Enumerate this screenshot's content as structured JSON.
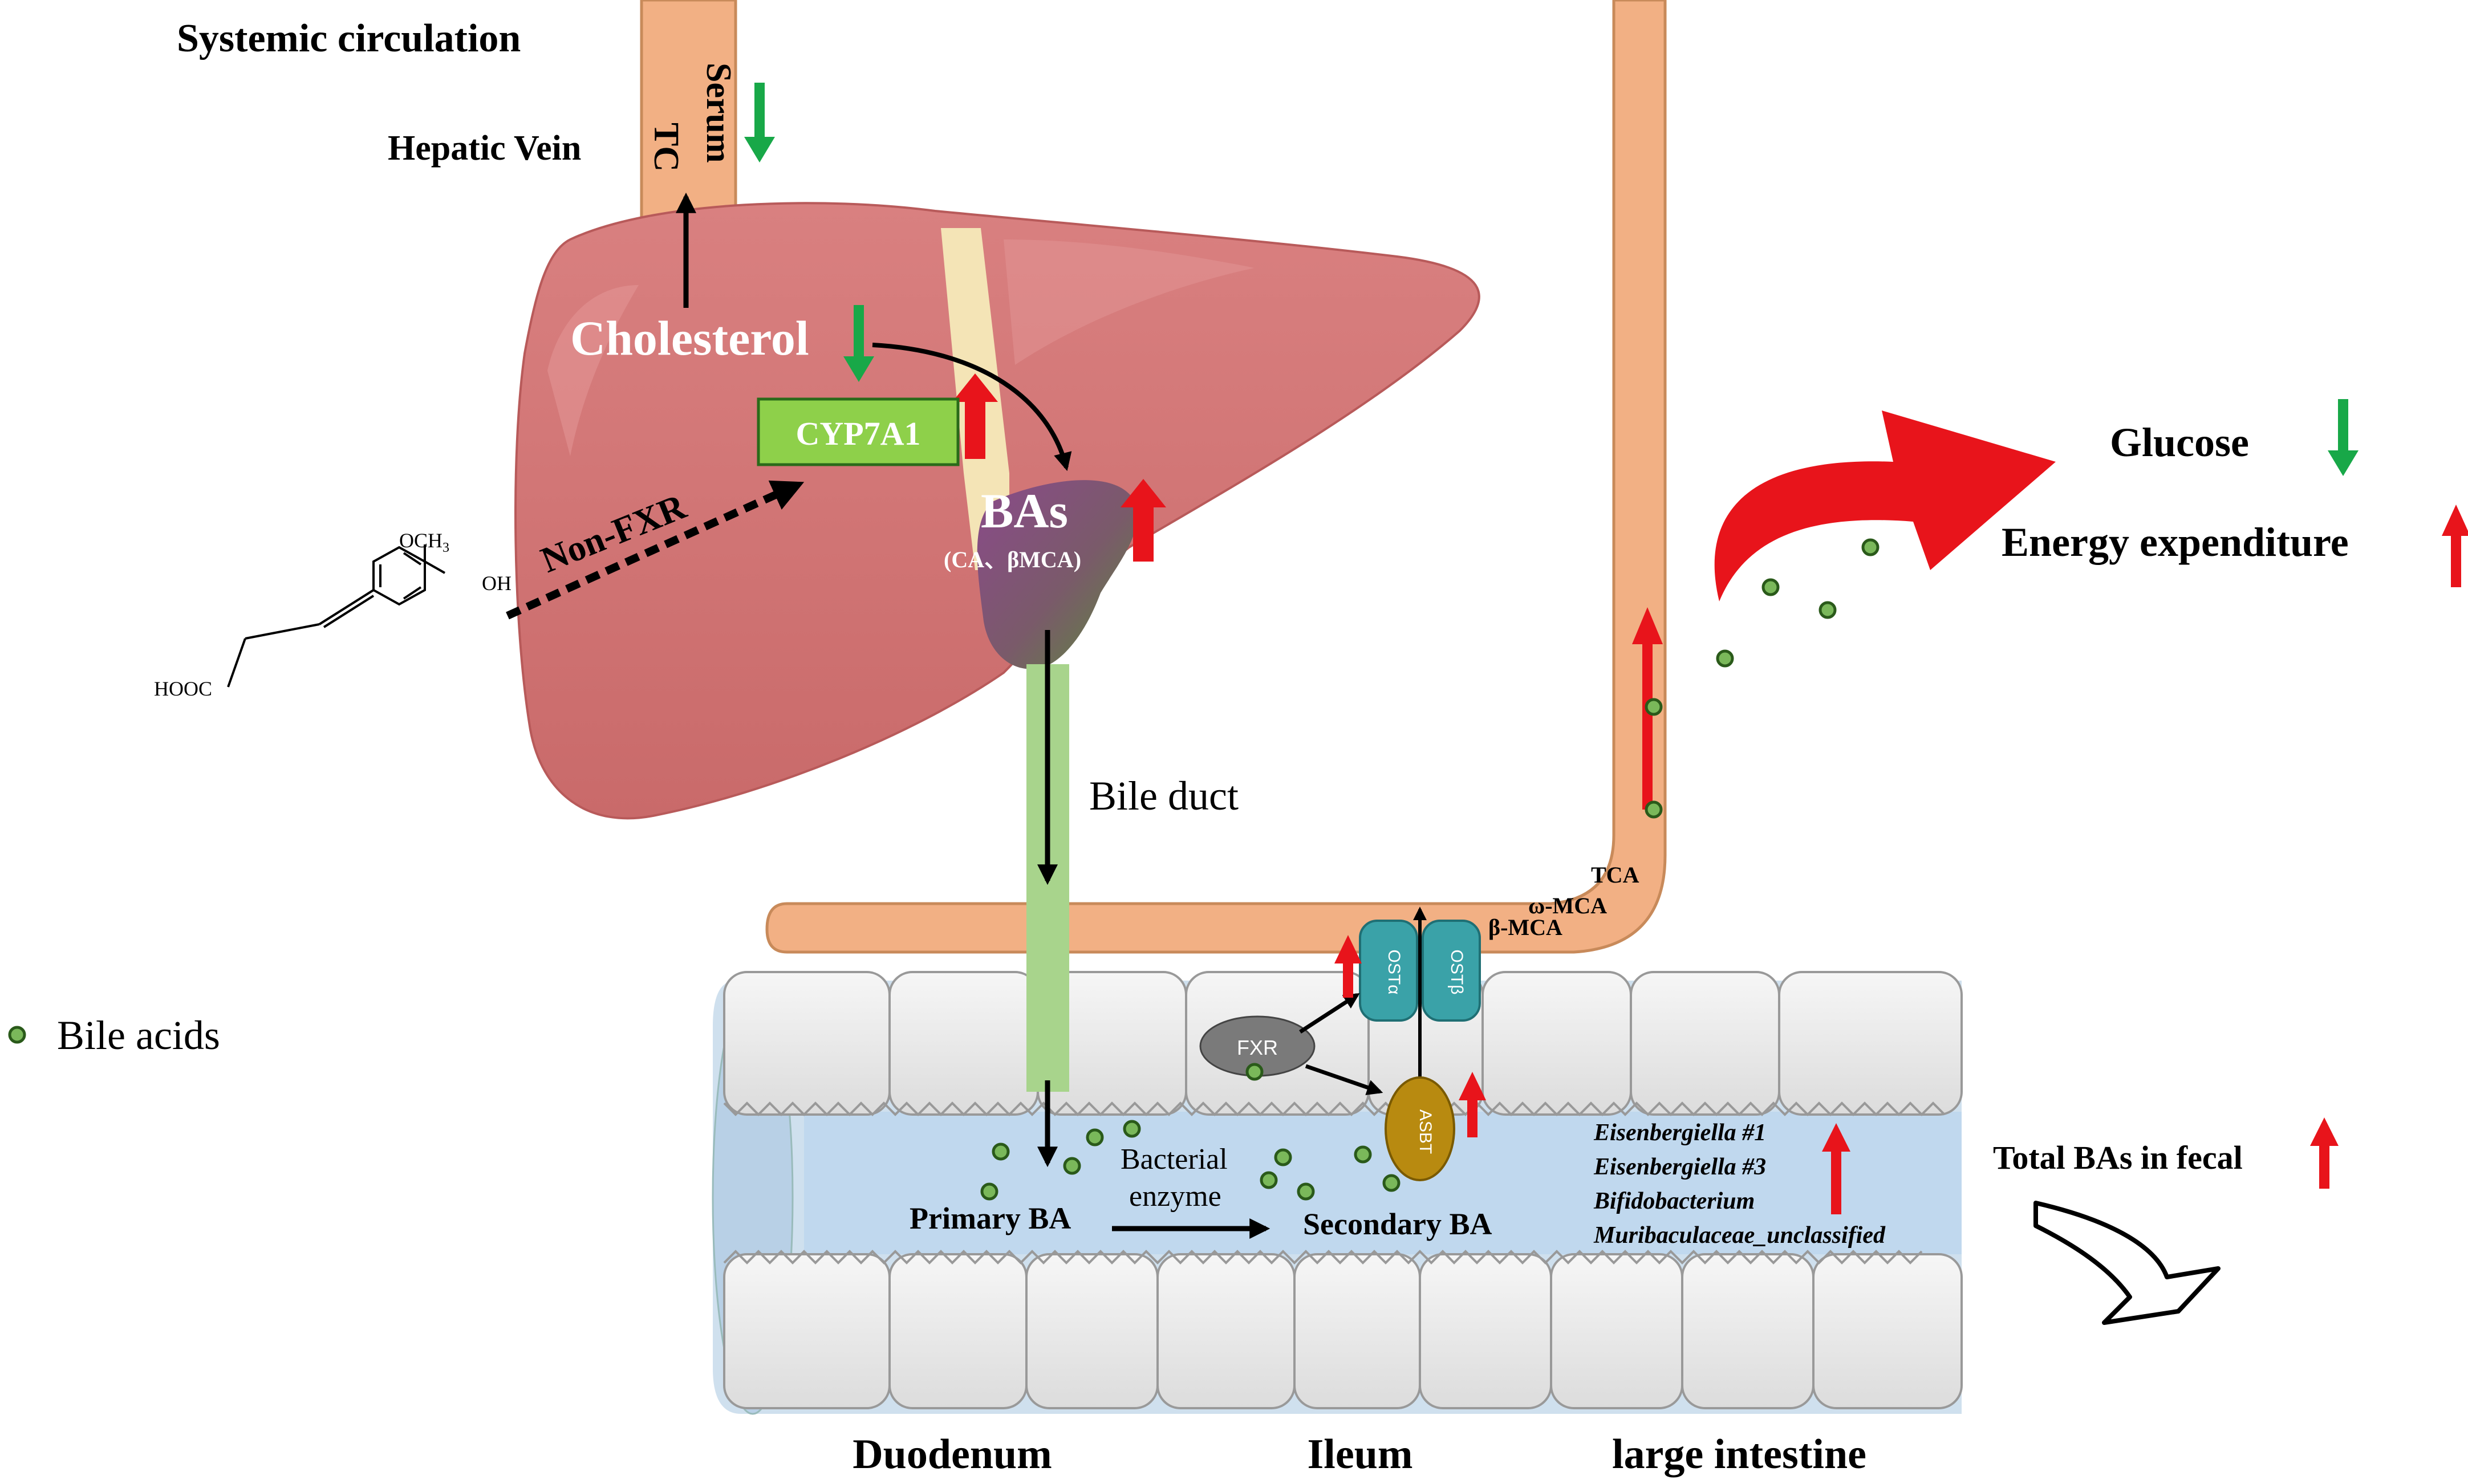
{
  "labels": {
    "systemic_circulation": "Systemic circulation",
    "hepatic_vein": "Hepatic Vein",
    "serum": "Serum",
    "tc": "TC",
    "cholesterol": "Cholesterol",
    "cyp7a1": "CYP7A1",
    "non_fxr": "Non-FXR",
    "bas": "BAs",
    "bas_sub": "(CA、βMCA)",
    "bile_duct": "Bile duct",
    "tca": "TCA",
    "omega_mca": "ω-MCA",
    "beta_mca": "β-MCA",
    "ost_alpha": "OSTα",
    "ost_beta": "OSTβ",
    "fxr": "FXR",
    "asbt": "ASBT",
    "bacterial": "Bacterial",
    "enzyme": "enzyme",
    "primary_ba": "Primary BA",
    "secondary_ba": "Secondary BA",
    "glucose": "Glucose",
    "energy_expenditure": "Energy expenditure",
    "total_bas_fecal": "Total BAs in fecal",
    "legend_bile_acids": "Bile acids",
    "duodenum": "Duodenum",
    "ileum": "Ileum",
    "large_intestine": "large intestine"
  },
  "bacteria": [
    "Eisenbergiella #1",
    "Eisenbergiella #3",
    "Bifidobacterium",
    "Muribaculaceae_unclassified"
  ],
  "molecule": {
    "och3": "OCH",
    "och3_sub": "3",
    "oh": "OH",
    "hooc": "HOOC"
  },
  "colors": {
    "up_arrow": "#e8141b",
    "down_arrow": "#18a848",
    "vessel": "#f2b084",
    "liver": "#d57474",
    "cyp_box": "#8ed04a",
    "bile_duct": "#a8d48c",
    "lumen": "#c0d8ee",
    "ost": "#3aa2a8",
    "asbt": "#b88a10",
    "fxr": "#7a7a7a",
    "bile_acid_dot": "#7ab85a"
  },
  "icons": [
    "up-arrow-icon",
    "down-arrow-icon",
    "curved-arrow-icon",
    "fecal-arrow-icon",
    "bile-acid-dot-icon"
  ]
}
